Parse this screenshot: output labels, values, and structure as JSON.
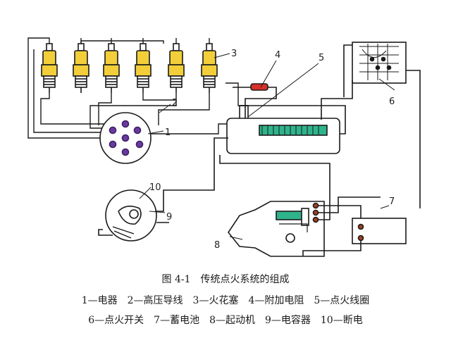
{
  "caption": {
    "title": "图 4-1　传统点火系统的组成",
    "legend_line1": "1—电器　2—高压导线　3—火花塞　4—附加电阻　5—点火线圈",
    "legend_line2": "6—点火开关　7—蓄电池　8—起动机　9—电容器　10—断电"
  },
  "callouts": [
    "1",
    "2",
    "3",
    "4",
    "5",
    "6",
    "7",
    "8",
    "9",
    "10"
  ],
  "colors": {
    "spark_plug": "#f2cf3a",
    "resistor": "#d9302a",
    "coil": "#2fb38a",
    "line": "#1a1a1a"
  }
}
